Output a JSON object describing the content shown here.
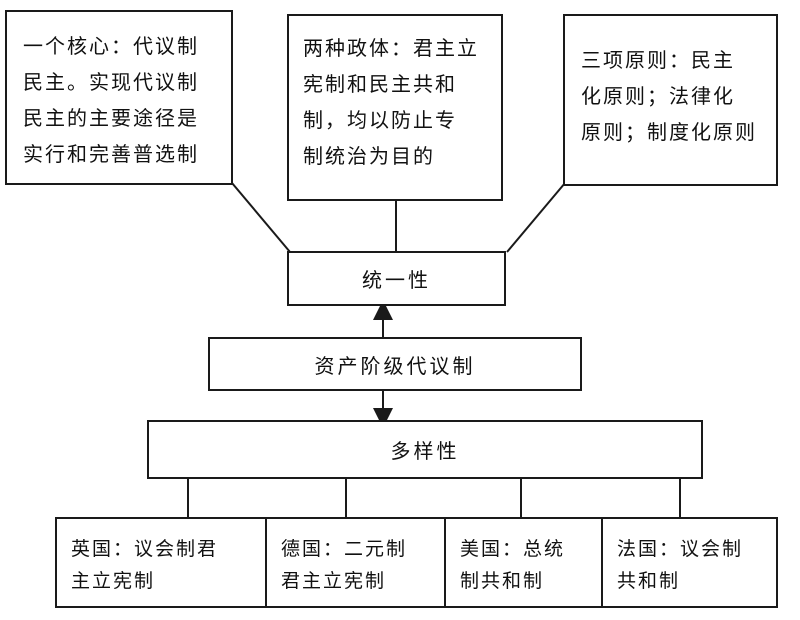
{
  "core": {
    "lines": [
      "一个核心：代议制",
      "民主。实现代议制",
      "民主的主要途径是",
      "实行和完善普选制"
    ]
  },
  "polity": {
    "lines": [
      "两种政体：君主立",
      "宪制和民主共和",
      "制，均以防止专",
      "制统治为目的"
    ]
  },
  "principles": {
    "lines": [
      "三项原则：民主",
      "化原则；法律化",
      "原则；制度化原则"
    ]
  },
  "unity": "统一性",
  "center": "资产阶级代议制",
  "diversity": "多样性",
  "countries": [
    {
      "lines": [
        "英国：议会制君",
        "主立宪制"
      ]
    },
    {
      "lines": [
        "德国：二元制",
        "君主立宪制"
      ]
    },
    {
      "lines": [
        "美国：总统",
        "制共和制"
      ]
    },
    {
      "lines": [
        "法国：议会制",
        "共和制"
      ]
    }
  ]
}
